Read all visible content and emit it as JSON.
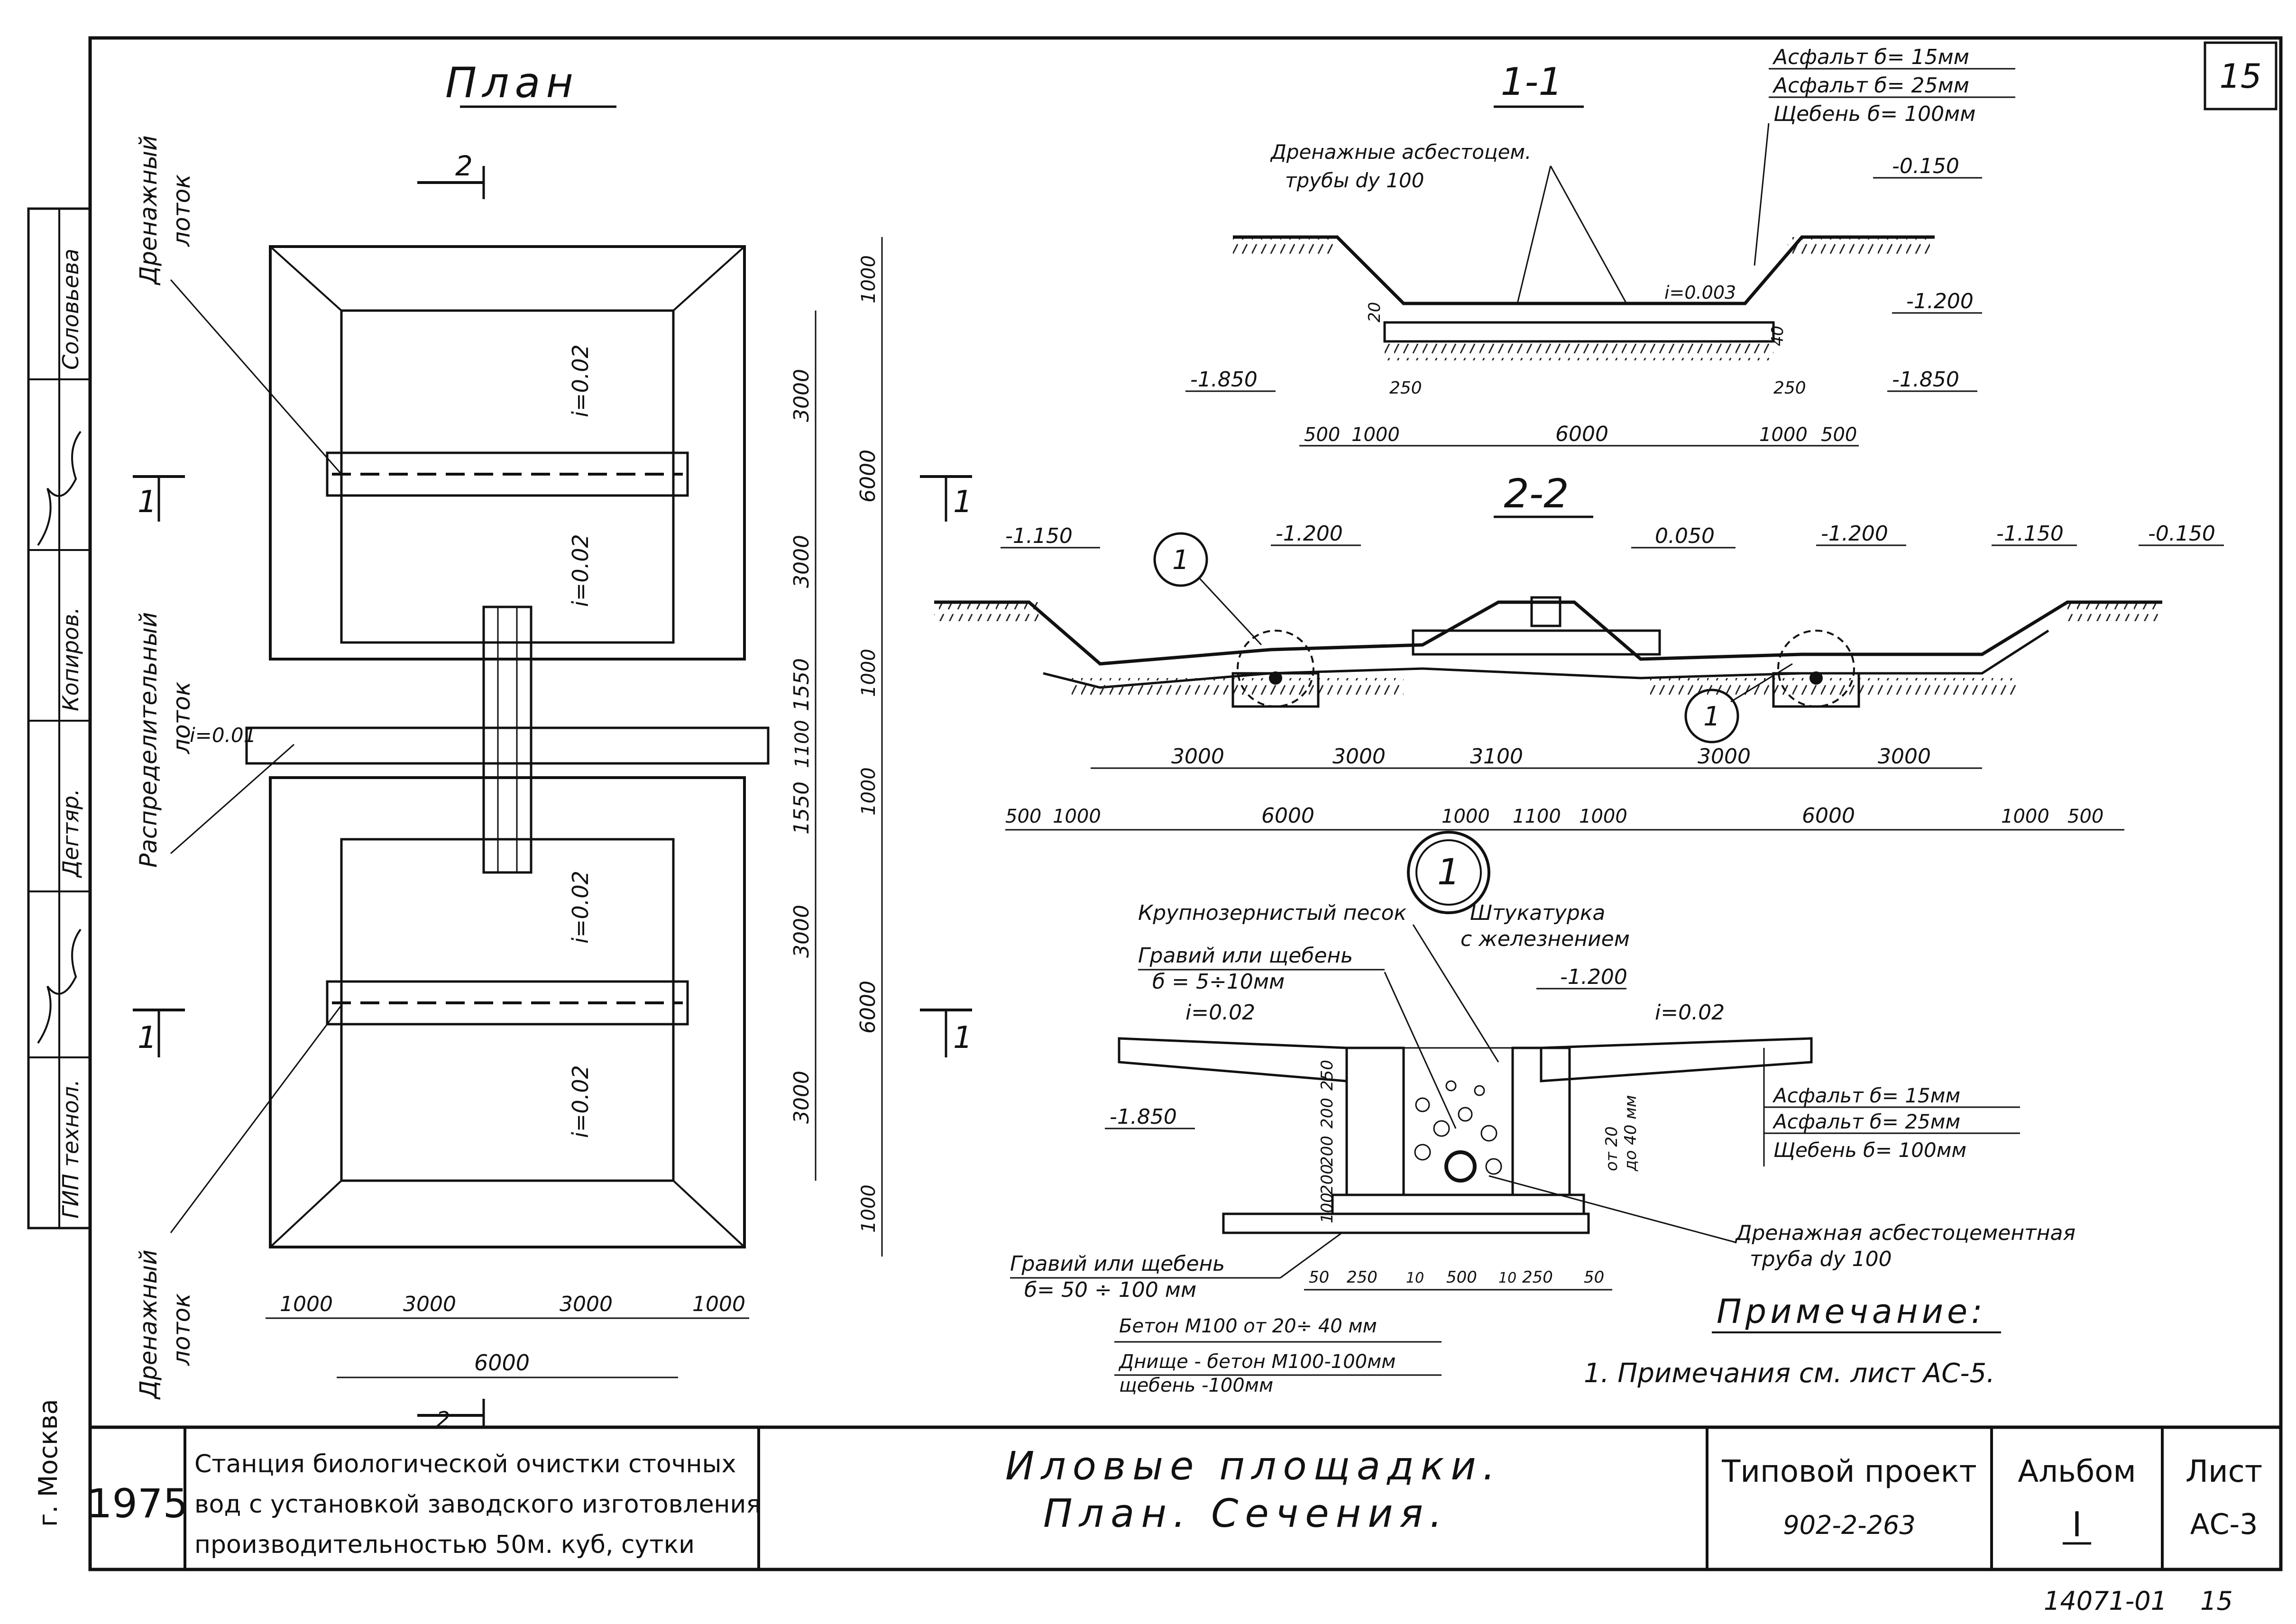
{
  "sheet": {
    "sheet_number": "15",
    "bottom_code": "14071-01",
    "bottom_code_number": "15"
  },
  "plan": {
    "title": "План",
    "section_mark_2": "2",
    "section_mark_1": "1",
    "drain_label_top": [
      "Дренажный",
      "лоток"
    ],
    "drain_label_bottom": [
      "Дренажный",
      "лоток"
    ],
    "distribution_label": [
      "Распределительный",
      "лоток"
    ],
    "slopes": [
      "i=0.02",
      "i=0.02",
      "i=0.02",
      "i=0.02"
    ],
    "slope_channel": "i=0.01",
    "dims_right_inner": [
      "3000",
      "3000",
      "1550",
      "1100",
      "1550",
      "3000",
      "3000"
    ],
    "dims_right_outer": [
      "1000",
      "6000",
      "1000",
      "1000",
      "6000",
      "1000"
    ],
    "dims_bottom": [
      "1000",
      "3000",
      "3000",
      "1000"
    ],
    "dim_bottom_total": "6000"
  },
  "section11": {
    "title": "1-1",
    "pipe_label": [
      "Дренажные асбестоцем.",
      "трубы dу 100"
    ],
    "layers": [
      "Асфальт б= 15мм",
      "Асфальт б= 25мм",
      "Щебень б= 100мм"
    ],
    "levels": [
      "-0.150",
      "-1.200",
      "-1.850",
      "-1.850"
    ],
    "slope": "i=0.003",
    "small_dims": [
      "20",
      "40",
      "250",
      "250"
    ],
    "dims": [
      "500",
      "1000",
      "6000",
      "1000",
      "500"
    ]
  },
  "section22": {
    "title": "2-2",
    "levels": [
      "-1.150",
      "-1.200",
      "0.050",
      "-1.200",
      "-1.150",
      "-0.150"
    ],
    "callout": "1",
    "dims_top": [
      "3000",
      "3000",
      "3100",
      "3000",
      "3000"
    ],
    "dims_bottom": [
      "500",
      "1000",
      "6000",
      "1000",
      "1100",
      "1000",
      "6000",
      "1000",
      "500"
    ]
  },
  "detail": {
    "number": "1",
    "sand": "Крупнозернистый песок",
    "plaster": [
      "Штукатурка",
      "с железнением"
    ],
    "gravel_top": [
      "Гравий или щебень",
      "б = 5÷10мм"
    ],
    "level_top": "-1.200",
    "level_left": "-1.850",
    "slope_left": "i=0.02",
    "slope_right": "i=0.02",
    "layers": [
      "Асфальт б= 15мм",
      "Асфальт б= 25мм",
      "Щебень б= 100мм"
    ],
    "vert_dims": [
      "250",
      "200",
      "200",
      "200",
      "100"
    ],
    "side_dim": [
      "от 20",
      "до 40 мм"
    ],
    "pipe": [
      "Дренажная асбестоцементная",
      "труба dу 100"
    ],
    "gravel_bottom": [
      "Гравий или щебень",
      "б= 50 ÷ 100 мм"
    ],
    "dims": [
      "50",
      "250",
      "10",
      "500",
      "10",
      "250",
      "50"
    ],
    "concrete_notes": [
      "Бетон М100 от 20÷ 40 мм",
      "Днище - бетон М100-100мм",
      "щебень                  -100мм"
    ]
  },
  "note": {
    "title": "Примечание:",
    "text": "1. Примечания см. лист АС-5."
  },
  "title_block": {
    "year": "1975",
    "project_desc": [
      "Станция биологической очистки сточных",
      "вод с установкой заводского изготовления",
      "производительностью 50м. куб, сутки"
    ],
    "drawing_title": [
      "Иловые площадки.",
      "План. Сечения."
    ],
    "project_type_label": "Типовой проект",
    "project_number": "902-2-263",
    "album_label": "Альбом",
    "album_value": "I",
    "sheet_label": "Лист",
    "sheet_value": "АС-3",
    "city": "г. Москва"
  },
  "left_stamp": {
    "roles": [
      "ГИП технол.",
      "",
      "Дегтяр.",
      "Копиров.",
      "",
      "Соловьева"
    ]
  }
}
